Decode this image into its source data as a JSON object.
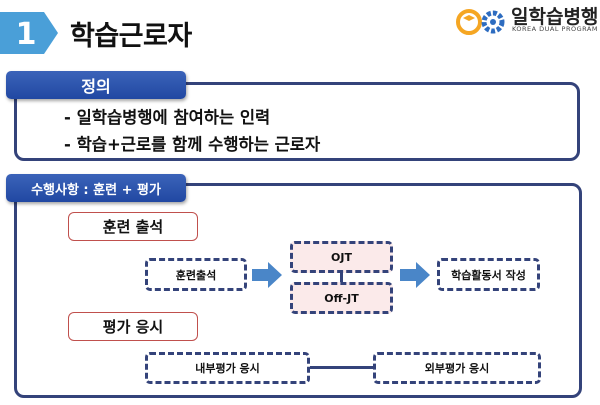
{
  "header": {
    "number": "1",
    "title": "학습근로자"
  },
  "logo": {
    "name": "일학습병행",
    "subtitle": "KOREA DUAL PROGRAM"
  },
  "definition": {
    "label": "정의",
    "lines": [
      "- 일학습병행에 참여하는 인력",
      "- 학습+근로를 함께 수행하는 근로자"
    ]
  },
  "tasks": {
    "label": "수행사항 : 훈련 + 평가",
    "training": {
      "heading": "훈련 출석",
      "start": "훈련출석",
      "ojt": "OJT",
      "offjt": "Off-JT",
      "result": "학습활동서 작성"
    },
    "evaluation": {
      "heading": "평가 응시",
      "internal": "내부평가 응시",
      "external": "외부평가 응시"
    }
  },
  "colors": {
    "navy": "#34437a",
    "label_blue": "#2f59b3",
    "arrow_blue": "#4a86c8",
    "accent_red": "#c0504d",
    "pink": "#fbeaea",
    "logo_orange": "#f5a623",
    "logo_blue": "#2d6cc0"
  }
}
